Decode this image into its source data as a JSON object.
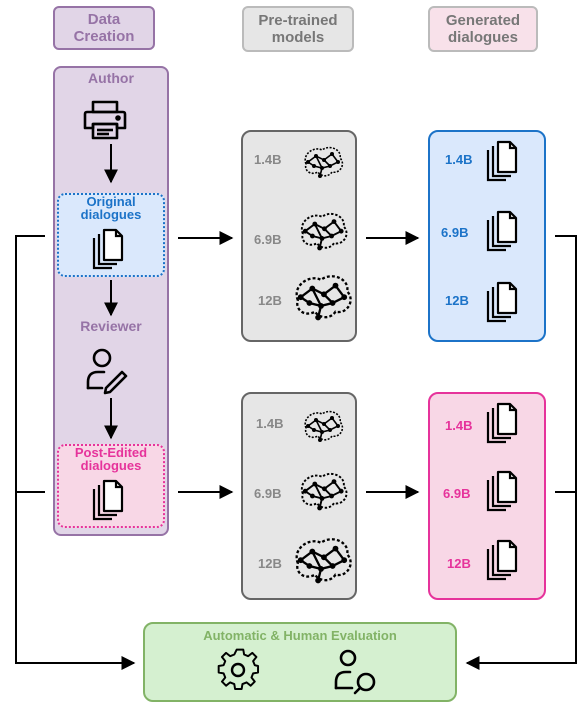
{
  "headers": {
    "data_creation": "Data\nCreation",
    "pretrained": "Pre-trained\nmodels",
    "generated": "Generated\ndialogues"
  },
  "creation": {
    "author": "Author",
    "original": "Original\ndialogues",
    "reviewer": "Reviewer",
    "post_edited": "Post-Edited\ndialogues"
  },
  "models_top": [
    "1.4B",
    "6.9B",
    "12B"
  ],
  "models_bottom": [
    "1.4B",
    "6.9B",
    "12B"
  ],
  "generated_top": [
    "1.4B",
    "6.9B",
    "12B"
  ],
  "generated_bottom": [
    "1.4B",
    "6.9B",
    "12B"
  ],
  "evaluation": {
    "title": "Automatic & Human Evaluation"
  },
  "icons": [
    "printer-icon",
    "document-stack-icon",
    "user-edit-icon",
    "brain-network-icon",
    "gear-icon",
    "user-search-icon"
  ],
  "colors": {
    "purple_fill": "#e1d5e7",
    "purple_stroke": "#9673a6",
    "grey_fill": "#e6e6e6",
    "grey_stroke": "#666666",
    "blue_fill": "#dae8fc",
    "blue_stroke": "#1c73c8",
    "pink_fill": "#f8d7e6",
    "pink_stroke": "#e6339b",
    "green_fill": "#d5f0d0",
    "green_stroke": "#82b366"
  }
}
